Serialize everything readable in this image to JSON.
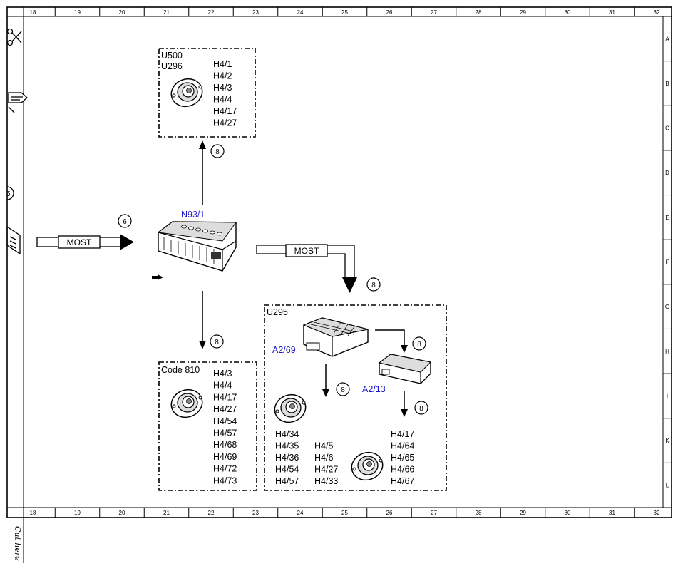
{
  "frame": {
    "columns": [
      "18",
      "19",
      "20",
      "21",
      "22",
      "23",
      "24",
      "25",
      "26",
      "27",
      "28",
      "29",
      "30",
      "31",
      "32"
    ],
    "rows": [
      "A",
      "B",
      "C",
      "D",
      "E",
      "F",
      "G",
      "H",
      "I",
      "K",
      "L"
    ]
  },
  "cut_label": "Cut here",
  "margin_circle": "5",
  "bus_label": "MOST",
  "central_module": {
    "id": "N93/1",
    "color": "#1a1acc"
  },
  "inbound": {
    "bus": "MOST",
    "ref": "6"
  },
  "top_group": {
    "codes": [
      "U500",
      "U296"
    ],
    "items": [
      "H4/1",
      "H4/2",
      "H4/3",
      "H4/4",
      "H4/17",
      "H4/27"
    ],
    "ref": "8"
  },
  "bottom_group": {
    "code": "Code 810",
    "items": [
      "H4/3",
      "H4/4",
      "H4/17",
      "H4/27",
      "H4/54",
      "H4/57",
      "H4/68",
      "H4/69",
      "H4/72",
      "H4/73"
    ],
    "ref": "8"
  },
  "right_group": {
    "bus": "MOST",
    "bus_ref": "8",
    "code": "U295",
    "amplifier": "A2/69",
    "tuner": "A2/13",
    "ref_amp_to_tuner": "8",
    "ref_amp_down": "8",
    "ref_tuner_down": "8",
    "col1": [
      "H4/34",
      "H4/35",
      "H4/36",
      "H4/54",
      "H4/57"
    ],
    "col2": [
      "H4/5",
      "H4/6",
      "H4/27",
      "H4/33"
    ],
    "col3": [
      "H4/17",
      "H4/64",
      "H4/65",
      "H4/66",
      "H4/67"
    ]
  }
}
